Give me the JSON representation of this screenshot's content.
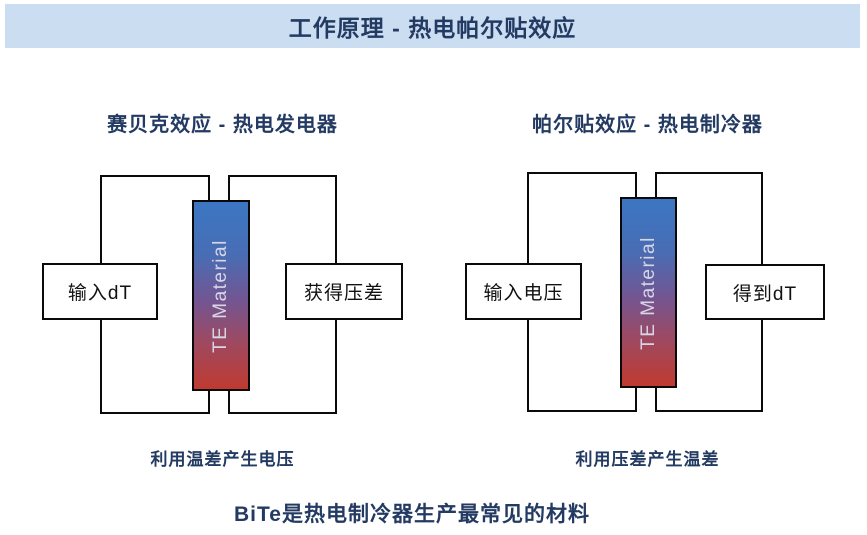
{
  "title": "工作原理 - 热电帕尔贴效应",
  "colors": {
    "title_bar_bg": "#cbddf1",
    "navy_text": "#233a63",
    "box_text": "#111111",
    "wire": "#0a0a0a",
    "te_gradient_top": "#3c76c3",
    "te_gradient_middle": "#715693",
    "te_gradient_bottom": "#c03a30",
    "te_label_text": "#d8d5e6"
  },
  "diagrams": [
    {
      "heading": "赛贝克效应 - 热电发电器",
      "left_box_label": "输入dT",
      "right_box_label": "获得压差",
      "te_bar_label": "TE Material",
      "caption": "利用温差产生电压"
    },
    {
      "heading": "帕尔贴效应 - 热电制冷器",
      "left_box_label": "输入电压",
      "right_box_label": "得到dT",
      "te_bar_label": "TE Material",
      "caption": "利用压差产生温差"
    }
  ],
  "footer": "BiTe是热电制冷器生产最常见的材料"
}
